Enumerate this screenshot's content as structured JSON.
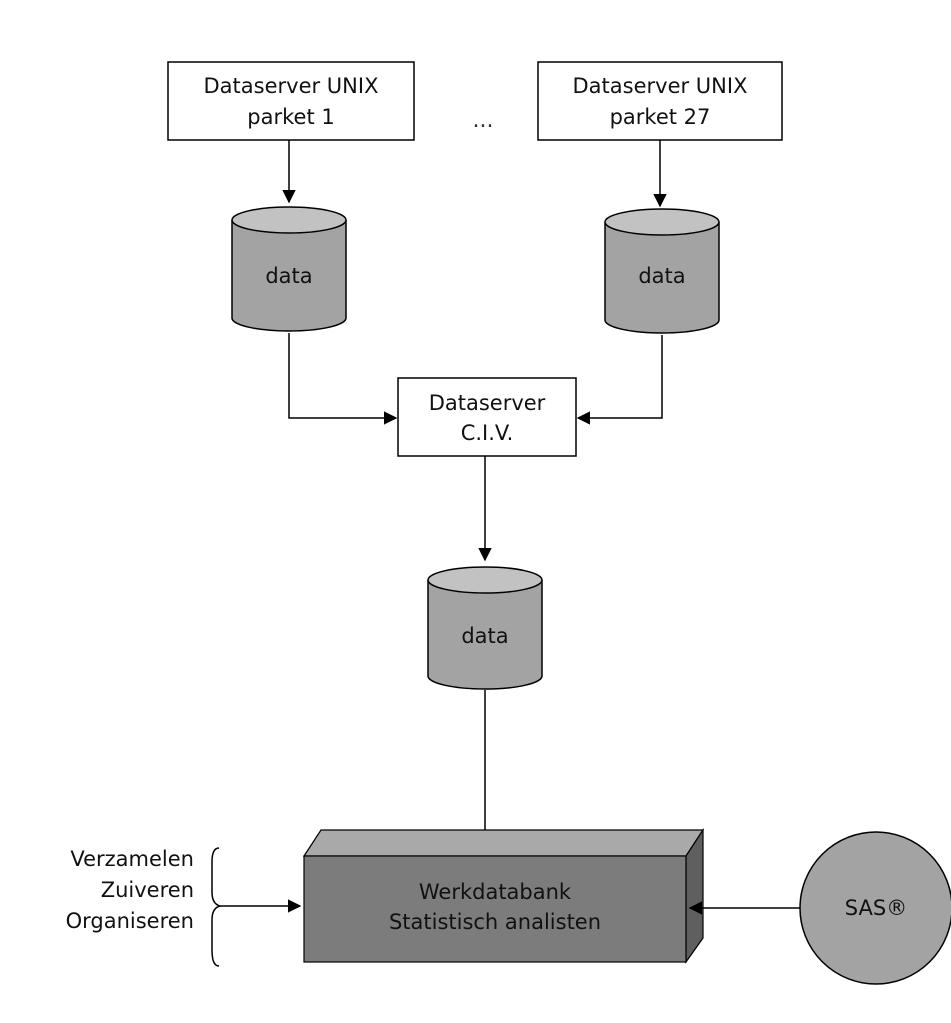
{
  "nodes": {
    "server_1": {
      "line1": "Dataserver UNIX",
      "line2": "parket 1"
    },
    "ellipsis": "...",
    "server_27": {
      "line1": "Dataserver UNIX",
      "line2": "parket 27"
    },
    "db_1": {
      "label": "data"
    },
    "db_27": {
      "label": "data"
    },
    "server_civ": {
      "line1": "Dataserver",
      "line2": "C.I.V."
    },
    "db_civ": {
      "label": "data"
    },
    "werkdatabank": {
      "line1": "Werkdatabank",
      "line2": "Statistisch analisten"
    },
    "sas": {
      "label": "SAS®"
    },
    "tasks": {
      "line1": "Verzamelen",
      "line2": "Zuiveren",
      "line3": "Organiseren"
    }
  },
  "colors": {
    "cylinder_fill": "#a3a3a3",
    "cylinder_top": "#c2c2c2",
    "block_front": "#7c7c7c",
    "block_top": "#a9a9a9",
    "block_side": "#5f5f5f",
    "circle_fill": "#a3a3a3"
  }
}
